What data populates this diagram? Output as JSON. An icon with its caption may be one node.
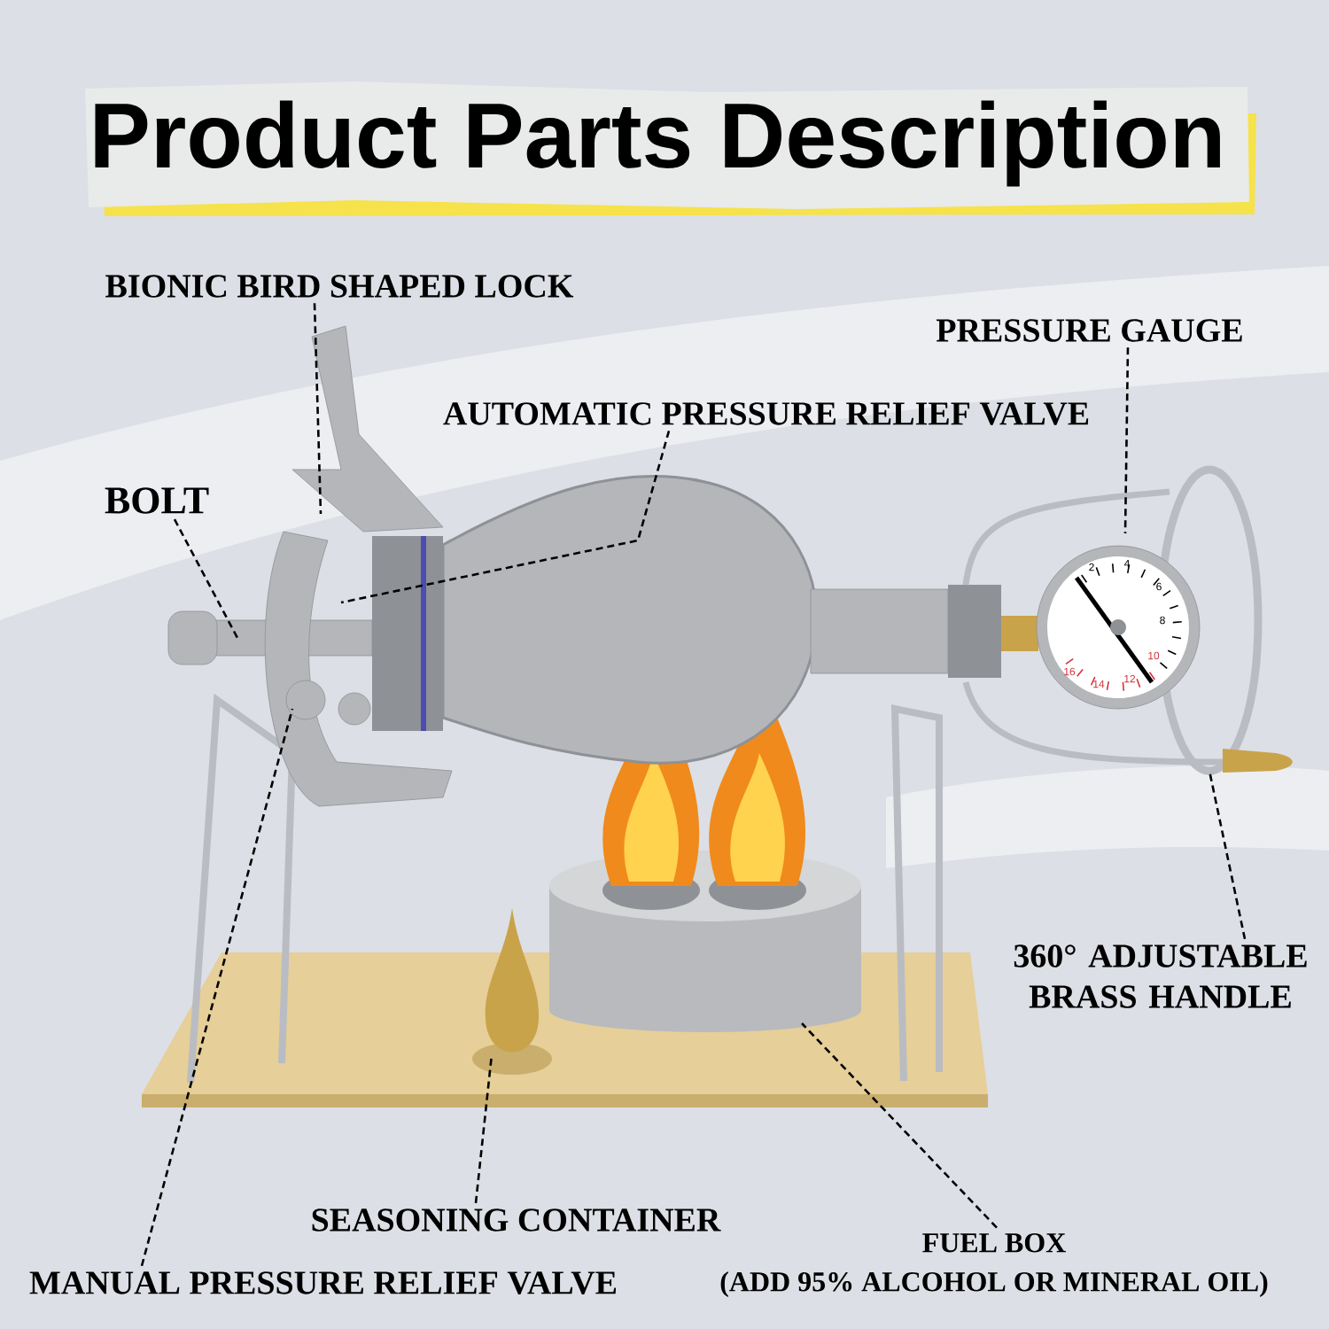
{
  "diagram": {
    "title": "Product Parts Description",
    "nodes": [
      {
        "text": [
          "BIONIC BIRD SHAPED LOCK"
        ]
      },
      {
        "text": [
          "AUTOMATIC PRESSURE RELIEF VALVE"
        ]
      },
      {
        "text": [
          "PRESSURE GAUGE"
        ]
      },
      {
        "text": [
          "BOLT"
        ]
      },
      {
        "text": [
          "360° ADJUSTABLE BRASS HANDLE"
        ]
      },
      {
        "text": [
          "SEASONING CONTAINER"
        ]
      },
      {
        "text": [
          "MANUAL PRESSURE RELIEF VALVE"
        ]
      },
      {
        "text": [
          "FUEL BOX",
          "(ADD 95% ALCOHOL OR MINERAL OIL)"
        ]
      }
    ],
    "edges": [
      {
        "from": 0,
        "to": null,
        "arrow": "none",
        "style": "dashed"
      },
      {
        "from": 1,
        "to": null,
        "arrow": "none",
        "style": "dashed"
      },
      {
        "from": 2,
        "to": null,
        "arrow": "none",
        "style": "dashed"
      },
      {
        "from": 3,
        "to": null,
        "arrow": "none",
        "style": "dashed"
      },
      {
        "from": 4,
        "to": null,
        "arrow": "none",
        "style": "dashed"
      },
      {
        "from": 5,
        "to": null,
        "arrow": "none",
        "style": "dashed"
      },
      {
        "from": 6,
        "to": null,
        "arrow": "none",
        "style": "dashed"
      },
      {
        "from": 7,
        "to": null,
        "arrow": "none",
        "style": "dashed"
      }
    ],
    "labels": [
      "2",
      "4",
      "6",
      "8",
      "10",
      "12",
      "14",
      "16"
    ]
  }
}
